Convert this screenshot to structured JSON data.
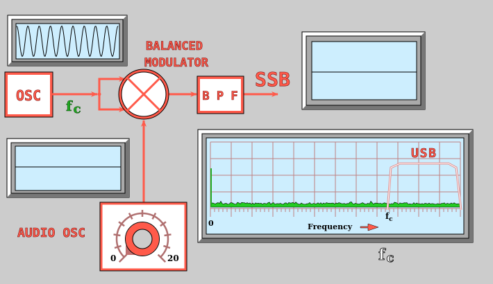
{
  "title_block": {
    "line1": "BALANCED",
    "line2": "MODULATOR"
  },
  "osc": {
    "label": "OSC",
    "freq_label": "f",
    "freq_sub": "c"
  },
  "bpf": {
    "label": "B P F"
  },
  "output": {
    "label": "SSB"
  },
  "audio_osc": {
    "label": "AUDIO OSC",
    "dial_min": "0",
    "dial_max": "20"
  },
  "spectrum": {
    "band_label": "USB",
    "zero_label": "0",
    "axis_label": "Frequency",
    "fc_label": "f",
    "fc_sub": "c"
  },
  "bottom_fc": {
    "label": "f",
    "sub": "c"
  },
  "colors": {
    "red": "#ff5a4a",
    "screen": "#cdeefe",
    "green": "#22cc22",
    "grid": "#c08080"
  }
}
